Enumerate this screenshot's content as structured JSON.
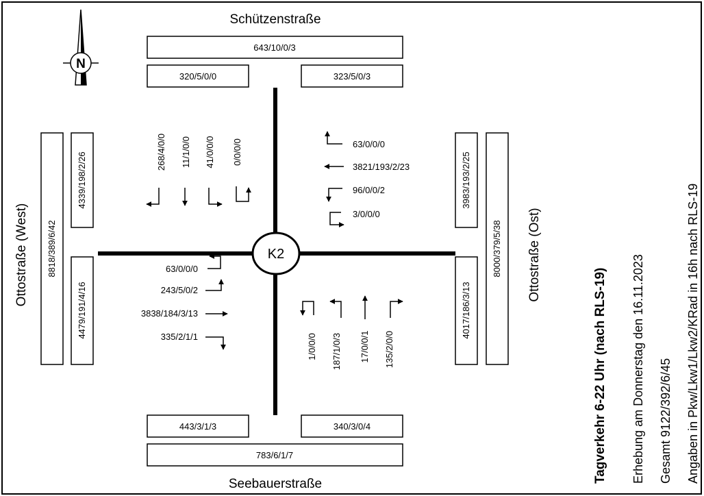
{
  "streets": {
    "north": "Schützenstraße",
    "south": "Seebauerstraße",
    "west": "Ottostraße (West)",
    "east": "Ottostraße (Ost)"
  },
  "node": "K2",
  "compass": {
    "letter": "N"
  },
  "north_boxes": {
    "total": "643/10/0/3",
    "in": "320/5/0/0",
    "out": "323/5/0/3"
  },
  "south_boxes": {
    "in": "443/3/1/3",
    "out": "340/3/0/4",
    "total": "783/6/1/7"
  },
  "west_boxes": {
    "total": "8818/389/6/42",
    "upper": "4339/198/2/26",
    "lower": "4479/191/4/16"
  },
  "east_boxes": {
    "upper": "3983/193/2/25",
    "total": "8000/379/5/38",
    "lower": "4017/186/3/13"
  },
  "north_movements": [
    "268/4/0/0",
    "11/1/0/0",
    "41/0/0/0",
    "0/0/0/0"
  ],
  "east_movements": [
    "63/0/0/0",
    "3821/193/2/23",
    "96/0/0/2",
    "3/0/0/0"
  ],
  "west_movements": [
    "63/0/0/0",
    "243/5/0/2",
    "3838/184/3/13",
    "335/2/1/1"
  ],
  "south_movements": [
    "1/0/0/0",
    "187/1/0/3",
    "17/0/0/1",
    "135/2/0/0"
  ],
  "info": {
    "title": "Tagverkehr 6-22 Uhr (nach RLS-19)",
    "line1": "Erhebung am Donnerstag den 16.11.2023",
    "line2": "Gesamt 9122/392/6/45",
    "line3": "Angaben in Pkw/Lkw1/Lkw2/KRad in 16h nach RLS-19"
  }
}
